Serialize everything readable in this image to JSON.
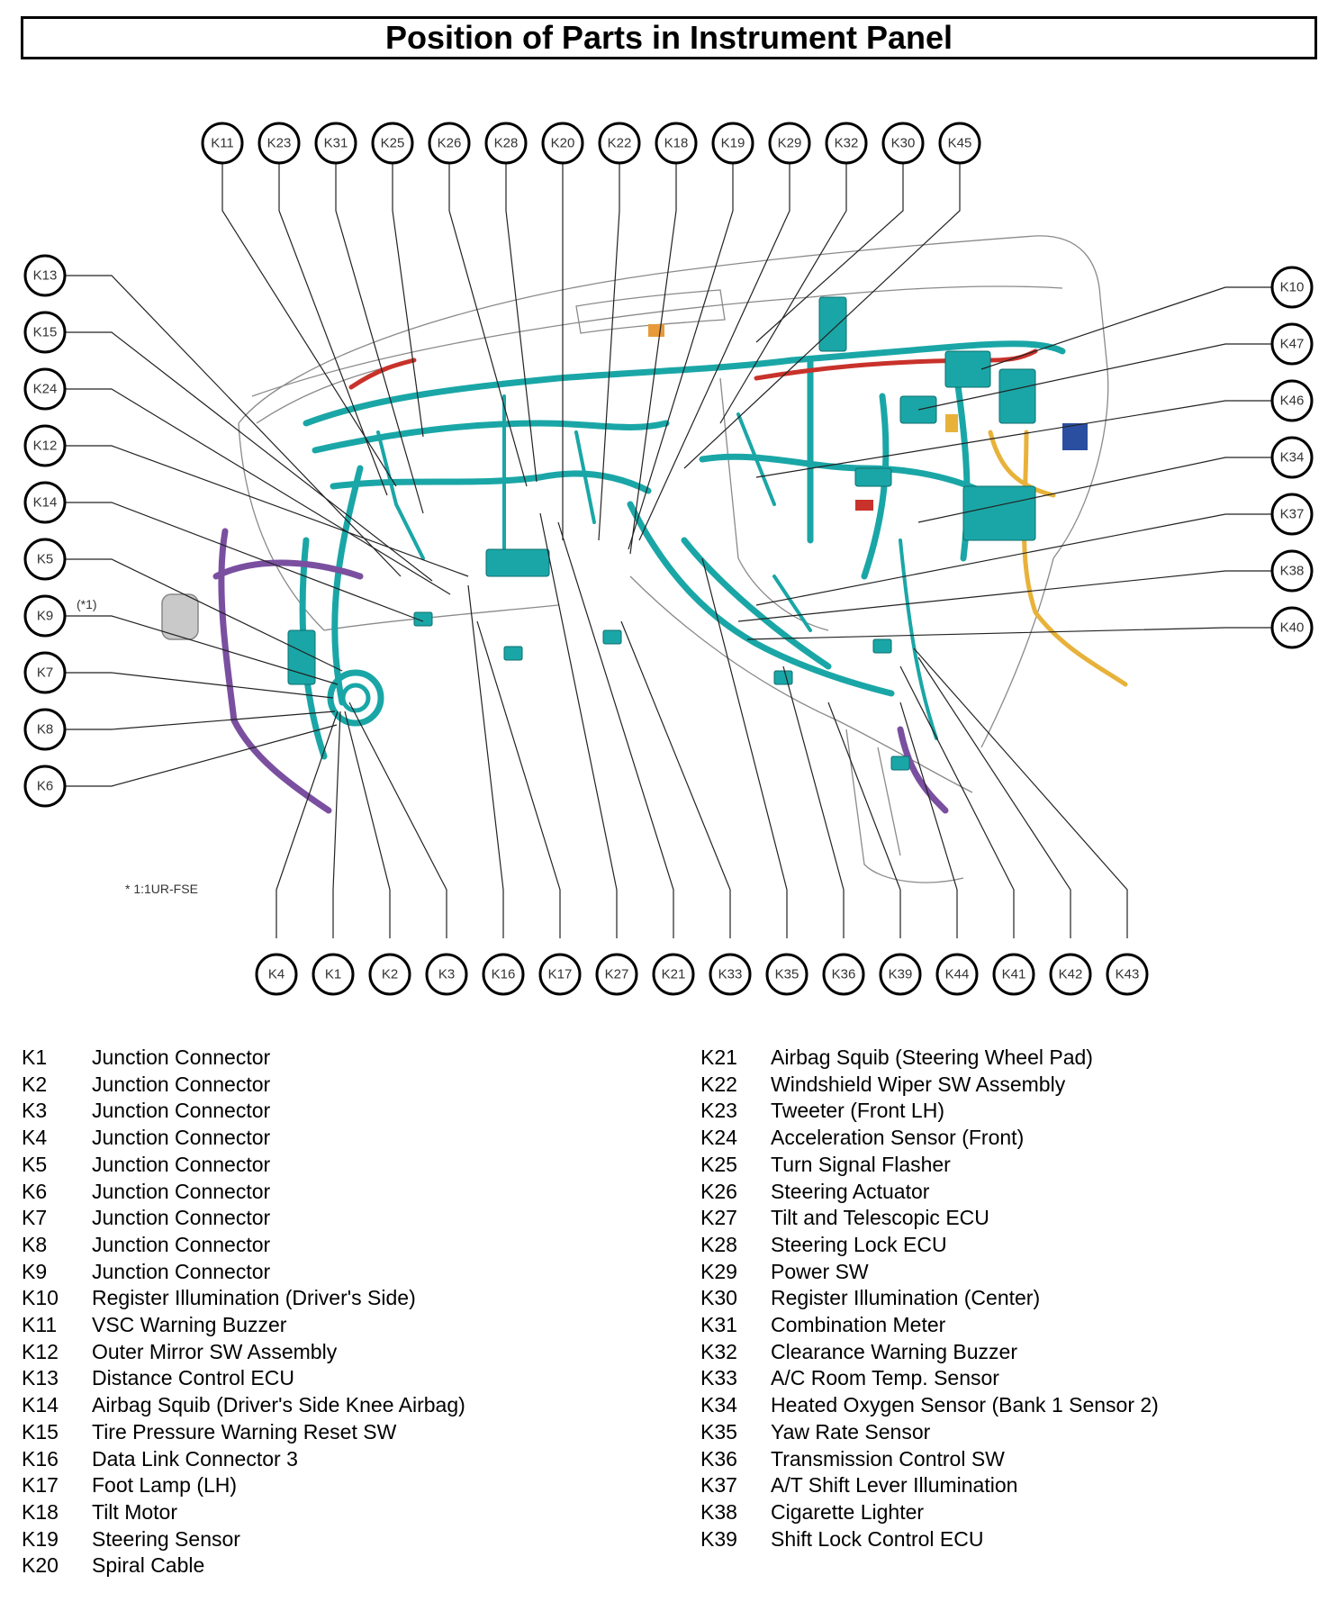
{
  "title": "Position of Parts in Instrument Panel",
  "note_star": "* 1:1UR-FSE",
  "note_k9": "(*1)",
  "callouts": {
    "top": [
      "K11",
      "K23",
      "K31",
      "K25",
      "K26",
      "K28",
      "K20",
      "K22",
      "K18",
      "K19",
      "K29",
      "K32",
      "K30",
      "K45"
    ],
    "left": [
      "K13",
      "K15",
      "K24",
      "K12",
      "K14",
      "K5",
      "K9",
      "K7",
      "K8",
      "K6"
    ],
    "right": [
      "K10",
      "K47",
      "K46",
      "K34",
      "K37",
      "K38",
      "K40"
    ],
    "bottom": [
      "K4",
      "K1",
      "K2",
      "K3",
      "K16",
      "K17",
      "K27",
      "K21",
      "K33",
      "K35",
      "K36",
      "K39",
      "K44",
      "K41",
      "K42",
      "K43"
    ]
  },
  "legend_left": [
    {
      "code": "K1",
      "name": "Junction Connector"
    },
    {
      "code": "K2",
      "name": "Junction Connector"
    },
    {
      "code": "K3",
      "name": "Junction Connector"
    },
    {
      "code": "K4",
      "name": "Junction Connector"
    },
    {
      "code": "K5",
      "name": "Junction Connector"
    },
    {
      "code": "K6",
      "name": "Junction Connector"
    },
    {
      "code": "K7",
      "name": "Junction Connector"
    },
    {
      "code": "K8",
      "name": "Junction Connector"
    },
    {
      "code": "K9",
      "name": "Junction Connector"
    },
    {
      "code": "K10",
      "name": "Register Illumination (Driver's Side)"
    },
    {
      "code": "K11",
      "name": "VSC Warning Buzzer"
    },
    {
      "code": "K12",
      "name": "Outer Mirror SW Assembly"
    },
    {
      "code": "K13",
      "name": "Distance Control ECU"
    },
    {
      "code": "K14",
      "name": "Airbag Squib (Driver's Side Knee Airbag)"
    },
    {
      "code": "K15",
      "name": "Tire Pressure Warning Reset SW"
    },
    {
      "code": "K16",
      "name": "Data Link Connector 3"
    },
    {
      "code": "K17",
      "name": "Foot Lamp (LH)"
    },
    {
      "code": "K18",
      "name": "Tilt Motor"
    },
    {
      "code": "K19",
      "name": "Steering Sensor"
    },
    {
      "code": "K20",
      "name": "Spiral Cable"
    }
  ],
  "legend_right": [
    {
      "code": "K21",
      "name": "Airbag Squib (Steering Wheel Pad)"
    },
    {
      "code": "K22",
      "name": "Windshield Wiper SW Assembly"
    },
    {
      "code": "K23",
      "name": "Tweeter (Front LH)"
    },
    {
      "code": "K24",
      "name": "Acceleration Sensor (Front)"
    },
    {
      "code": "K25",
      "name": "Turn Signal Flasher"
    },
    {
      "code": "K26",
      "name": "Steering Actuator"
    },
    {
      "code": "K27",
      "name": "Tilt and Telescopic ECU"
    },
    {
      "code": "K28",
      "name": "Steering Lock ECU"
    },
    {
      "code": "K29",
      "name": "Power SW"
    },
    {
      "code": "K30",
      "name": "Register Illumination (Center)"
    },
    {
      "code": "K31",
      "name": "Combination Meter"
    },
    {
      "code": "K32",
      "name": "Clearance Warning Buzzer"
    },
    {
      "code": "K33",
      "name": "A/C Room Temp. Sensor"
    },
    {
      "code": "K34",
      "name": "Heated Oxygen Sensor (Bank 1 Sensor 2)"
    },
    {
      "code": "K35",
      "name": "Yaw Rate Sensor"
    },
    {
      "code": "K36",
      "name": "Transmission Control SW"
    },
    {
      "code": "K37",
      "name": "A/T Shift Lever Illumination"
    },
    {
      "code": "K38",
      "name": "Cigarette Lighter"
    },
    {
      "code": "K39",
      "name": "Shift Lock Control ECU"
    }
  ]
}
